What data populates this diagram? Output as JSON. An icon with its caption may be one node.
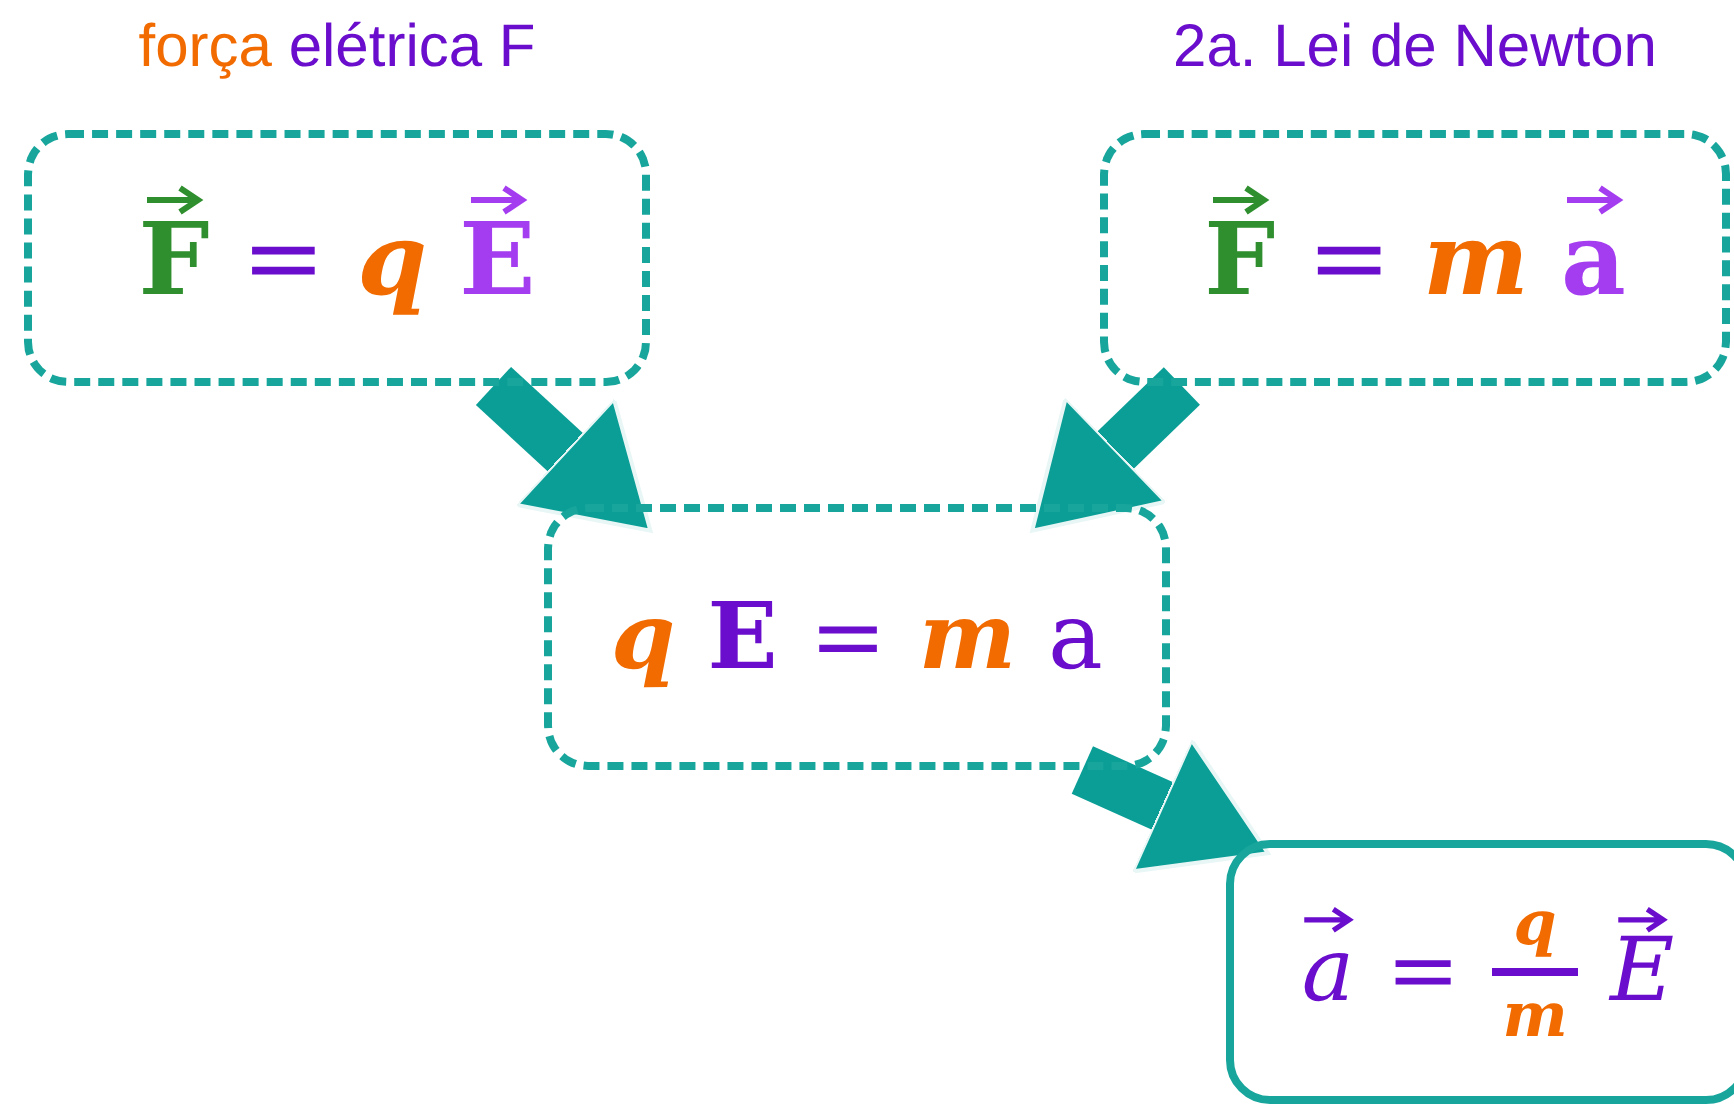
{
  "diagram": {
    "nodes": [
      {
        "text": [
          "força elétrica F",
          "F = q E"
        ]
      },
      {
        "text": [
          "2a. Lei de Newton",
          "F = m a"
        ]
      },
      {
        "text": [
          "q E = m a"
        ]
      },
      {
        "text": [
          "a =",
          "q",
          "m",
          "E"
        ]
      }
    ],
    "edges": [
      {
        "from": 0,
        "to": 2,
        "arrow": "to"
      },
      {
        "from": 1,
        "to": 2,
        "arrow": "to"
      },
      {
        "from": 2,
        "to": 3,
        "arrow": "to"
      }
    ]
  }
}
